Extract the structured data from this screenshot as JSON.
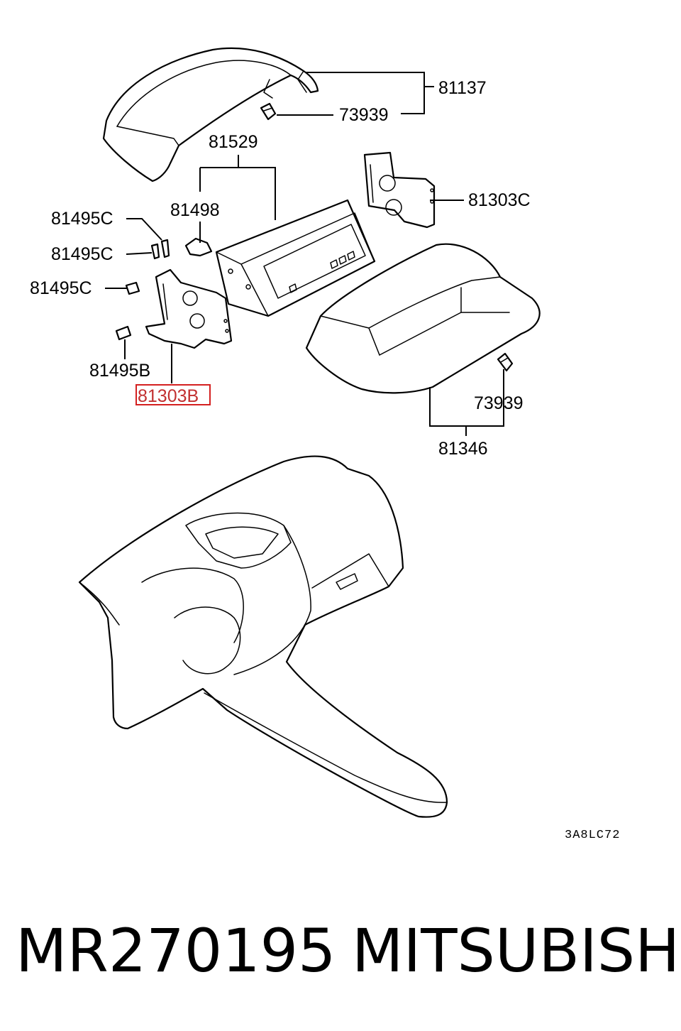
{
  "callouts": {
    "c81137": "81137",
    "c73939_top": "73939",
    "c81529": "81529",
    "c81303C": "81303C",
    "c81498": "81498",
    "c81495C_1": "81495C",
    "c81495C_2": "81495C",
    "c81495C_3": "81495C",
    "c81495B": "81495B",
    "c81303B": "81303B",
    "c73939_bottom": "73939",
    "c81346": "81346"
  },
  "diagram_code": "3A8LC72",
  "highlight_color": "#d42020",
  "footer": {
    "part_number": "MR270195",
    "brand": "MITSUBISHI"
  }
}
